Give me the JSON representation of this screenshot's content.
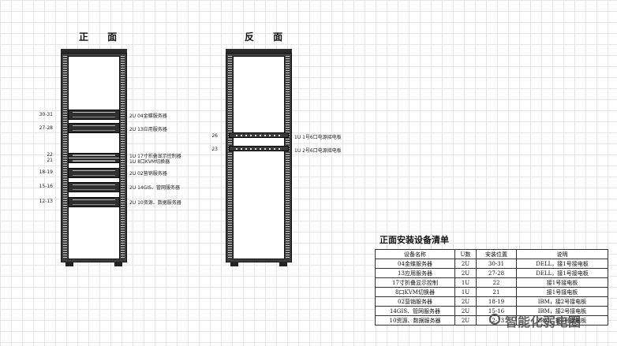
{
  "views": {
    "front_title": "正 面",
    "back_title": "反 面"
  },
  "front_devices": [
    {
      "u": "30-31",
      "label": "2U 04金蝶服务器"
    },
    {
      "u": "27-28",
      "label": "2U 13应用服务器"
    },
    {
      "u": "22",
      "label": "1U 17寸折叠显示控制器"
    },
    {
      "u": "21",
      "label": "1U 8口KVM切换器"
    },
    {
      "u": "18-19",
      "label": "2U 02营销服务器"
    },
    {
      "u": "15-16",
      "label": "2U 14GIS、管网服务器"
    },
    {
      "u": "12-13",
      "label": "2U 10资源、数据服务器"
    }
  ],
  "back_devices": [
    {
      "u": "26",
      "label": "1U 1号6口电源接电板"
    },
    {
      "u": "23",
      "label": "1U 2号6口电源接电板"
    }
  ],
  "table": {
    "title": "正面安装设备清单",
    "headers": [
      "设备名称",
      "U数",
      "安装位置",
      "说明"
    ],
    "rows": [
      [
        "04金蝶服务器",
        "2U",
        "30-31",
        "DELL，接1号接电板"
      ],
      [
        "13应用服务器",
        "2U",
        "27-28",
        "DELL，接1号接电板"
      ],
      [
        "17寸折叠显示控制",
        "1U",
        "22",
        "接1号接电板"
      ],
      [
        "8口KVM切换器",
        "1U",
        "21",
        "接1号接电板"
      ],
      [
        "02营销服务器",
        "2U",
        "18-19",
        "IBM，接2号接电板"
      ],
      [
        "14GIS、管网服务器",
        "2U",
        "15-16",
        "IBM，接2号接电板"
      ],
      [
        "10资源、数据服务器",
        "2U",
        "12-13",
        "IBM，接2号接电板"
      ]
    ]
  },
  "watermark": {
    "text": "智能化弱电圈",
    "icon": "wechat-icon"
  }
}
